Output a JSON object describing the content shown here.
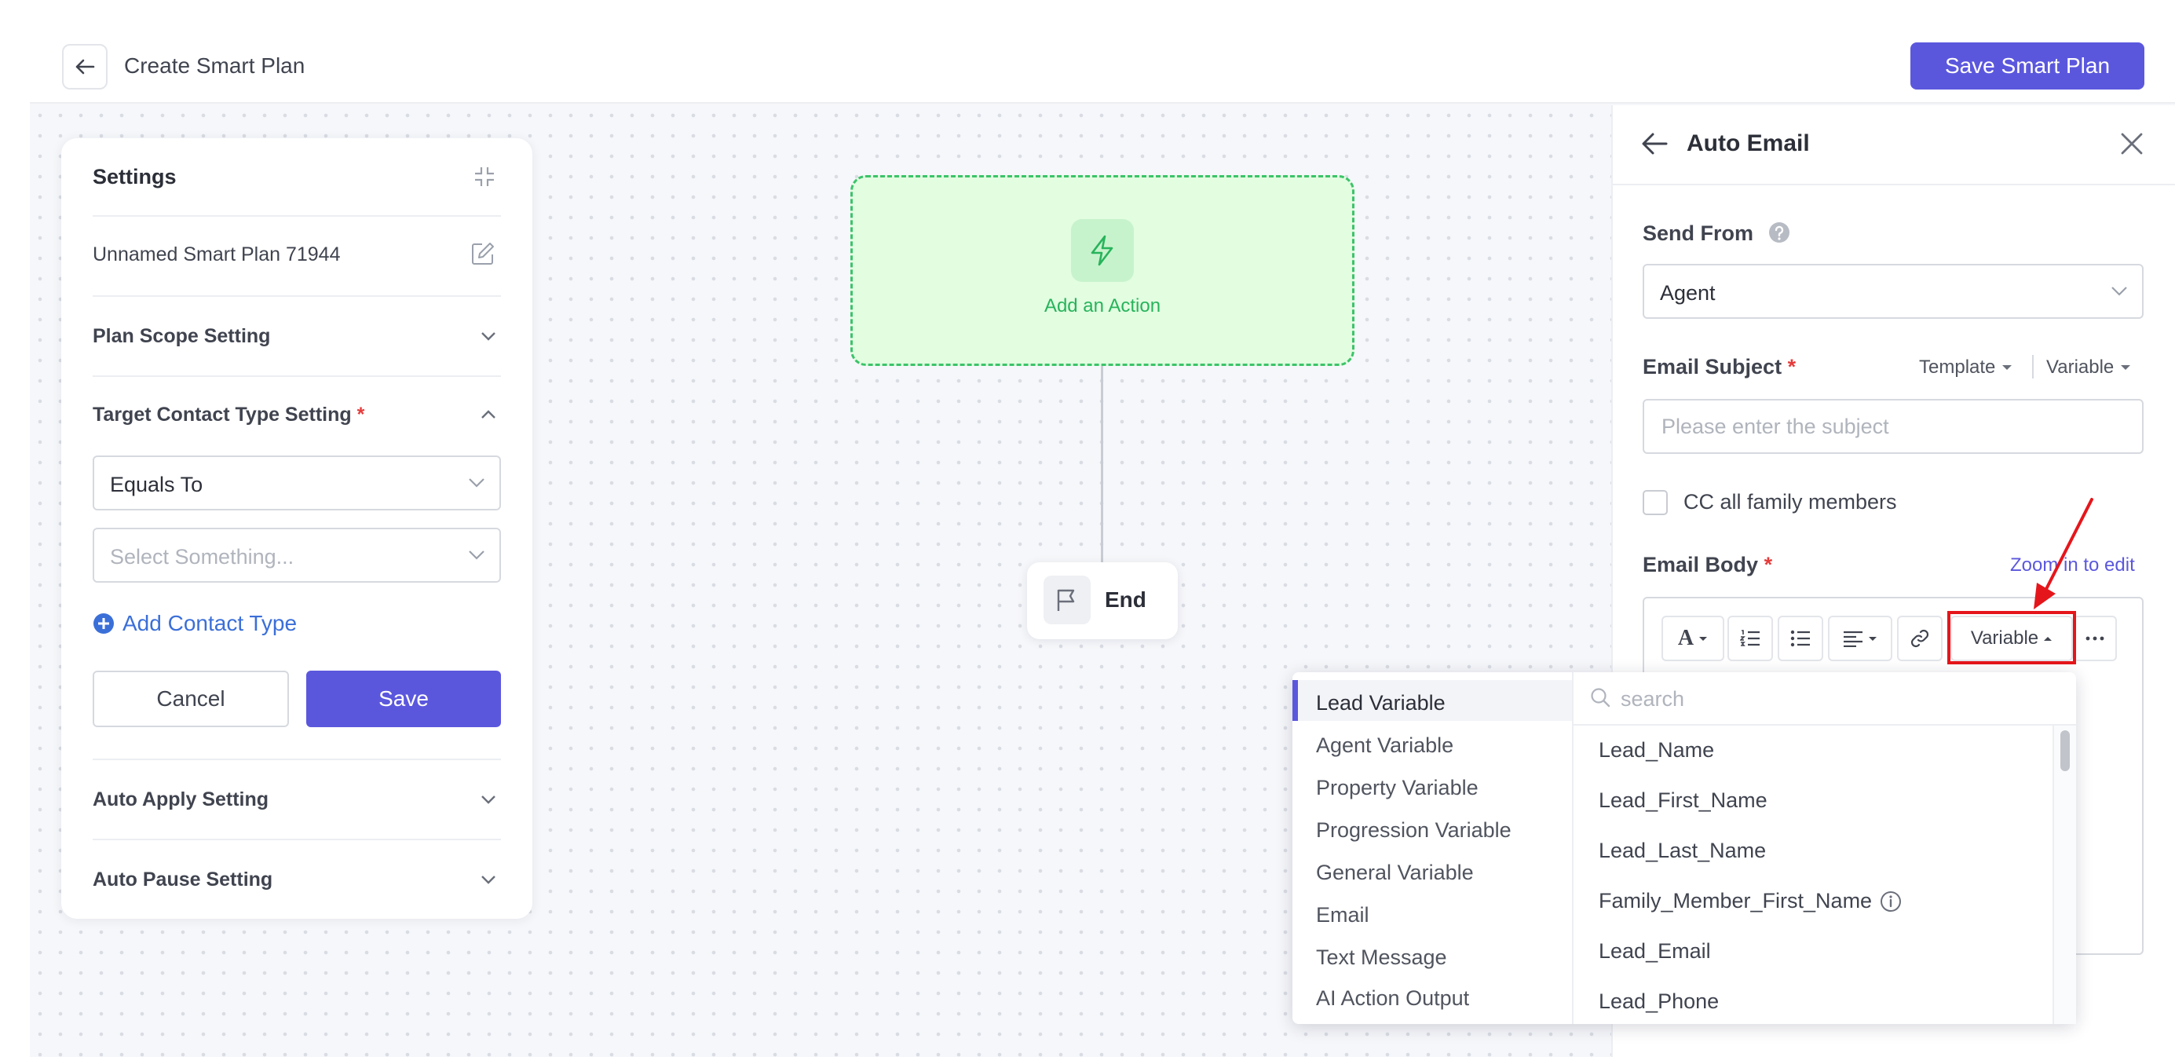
{
  "header": {
    "title": "Create Smart Plan",
    "save_button": "Save Smart Plan"
  },
  "settings": {
    "title": "Settings",
    "plan_name": "Unnamed Smart Plan 71944",
    "sections": {
      "plan_scope": "Plan Scope Setting",
      "target_contact": "Target Contact Type Setting",
      "auto_apply": "Auto Apply Setting",
      "auto_pause": "Auto Pause Setting"
    },
    "required_mark": "*",
    "operator_value": "Equals To",
    "contact_type_placeholder": "Select Something...",
    "add_contact_type": "Add Contact Type",
    "cancel_button": "Cancel",
    "save_button": "Save"
  },
  "flow": {
    "action_label": "Add an Action",
    "end_label": "End"
  },
  "panel": {
    "title": "Auto Email",
    "send_from_label": "Send From",
    "send_from_value": "Agent",
    "subject_label": "Email Subject",
    "template_link": "Template",
    "variable_link": "Variable",
    "subject_placeholder": "Please enter the subject",
    "cc_label": "CC all family members",
    "body_label": "Email Body",
    "zoom_link": "Zoom in to edit",
    "toolbar_variable": "Variable",
    "required_mark": "*"
  },
  "variable_dropdown": {
    "search_placeholder": "search",
    "categories": [
      "Lead Variable",
      "Agent Variable",
      "Property Variable",
      "Progression Variable",
      "General Variable",
      "Email",
      "Text Message",
      "AI Action Output"
    ],
    "selected_category": "Lead Variable",
    "variables": [
      "Lead_Name",
      "Lead_First_Name",
      "Lead_Last_Name",
      "Family_Member_First_Name",
      "Lead_Email",
      "Lead_Phone"
    ]
  },
  "colors": {
    "primary": "#5b57dd",
    "action_green": "#28b35c",
    "required_red": "#e53b3b",
    "annotation_red": "#e5161b",
    "link_blue": "#3b6fd8"
  }
}
